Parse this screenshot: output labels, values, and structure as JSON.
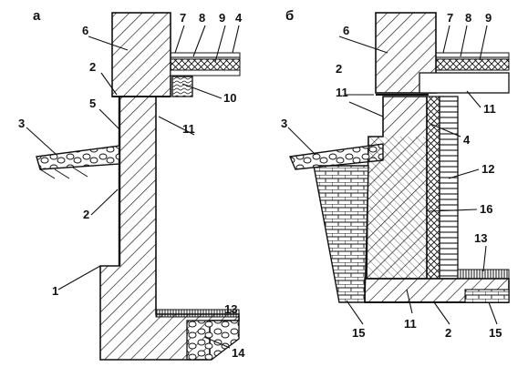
{
  "panels": {
    "a": {
      "letter": "а",
      "labels": {
        "l6": "6",
        "l7": "7",
        "l8": "8",
        "l9": "9",
        "l4": "4",
        "l2_top": "2",
        "l10": "10",
        "l5": "5",
        "l11": "11",
        "l3": "3",
        "l2_mid": "2",
        "l1": "1",
        "l13": "13",
        "l14": "14"
      }
    },
    "b": {
      "letter": "б",
      "labels": {
        "l6": "6",
        "l7": "7",
        "l8": "8",
        "l9": "9",
        "l2": "2",
        "l11_top": "11",
        "l11_left": "11",
        "l3": "3",
        "l4": "4",
        "l12": "12",
        "l16": "16",
        "l13": "13",
        "l15_left": "15",
        "l11_bottom": "11",
        "l2_bottom": "2",
        "l15_right": "15"
      }
    }
  },
  "colors": {
    "ink": "#111111",
    "paper": "#ffffff"
  }
}
